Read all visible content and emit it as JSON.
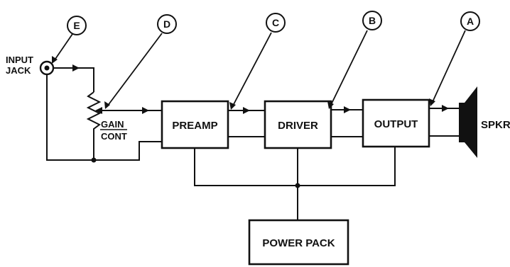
{
  "input_jack_label": [
    "INPUT",
    "JACK"
  ],
  "gain_label": [
    "GAIN",
    "CONT"
  ],
  "blocks": {
    "preamp": "PREAMP",
    "driver": "DRIVER",
    "output": "OUTPUT",
    "power": "POWER PACK"
  },
  "speaker_label": "SPKR",
  "test_points": [
    "A",
    "B",
    "C",
    "D",
    "E"
  ]
}
